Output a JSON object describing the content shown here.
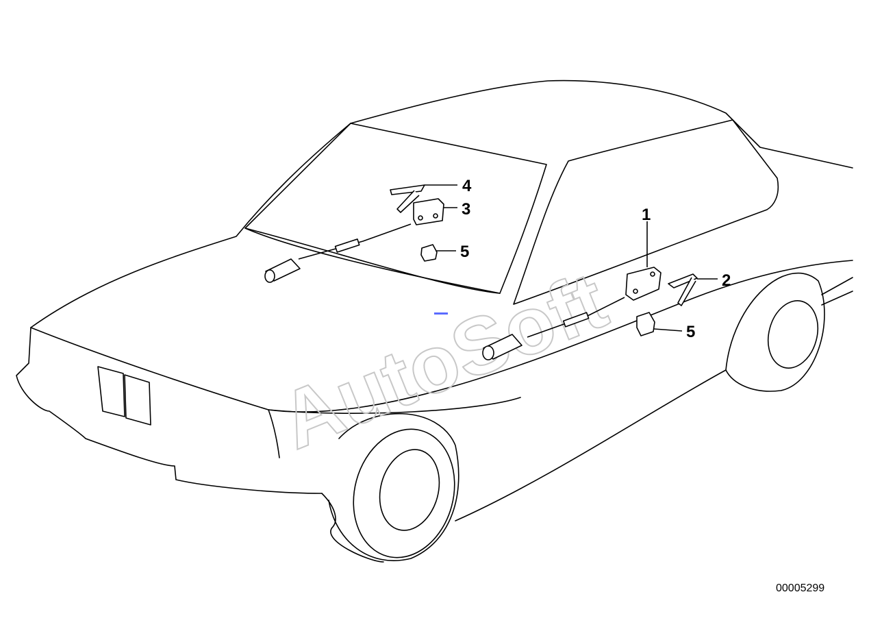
{
  "diagram": {
    "callouts": [
      {
        "id": "c1",
        "label": "1"
      },
      {
        "id": "c2",
        "label": "2"
      },
      {
        "id": "c3",
        "label": "3"
      },
      {
        "id": "c4",
        "label": "4"
      },
      {
        "id": "c5a",
        "label": "5"
      },
      {
        "id": "c5b",
        "label": "5"
      }
    ],
    "document_number": "00005299"
  },
  "watermark": {
    "text": "AutoSoft"
  },
  "colors": {
    "line": "#000000",
    "watermark": "#c8c8c8",
    "marker": "#5a6bff"
  }
}
